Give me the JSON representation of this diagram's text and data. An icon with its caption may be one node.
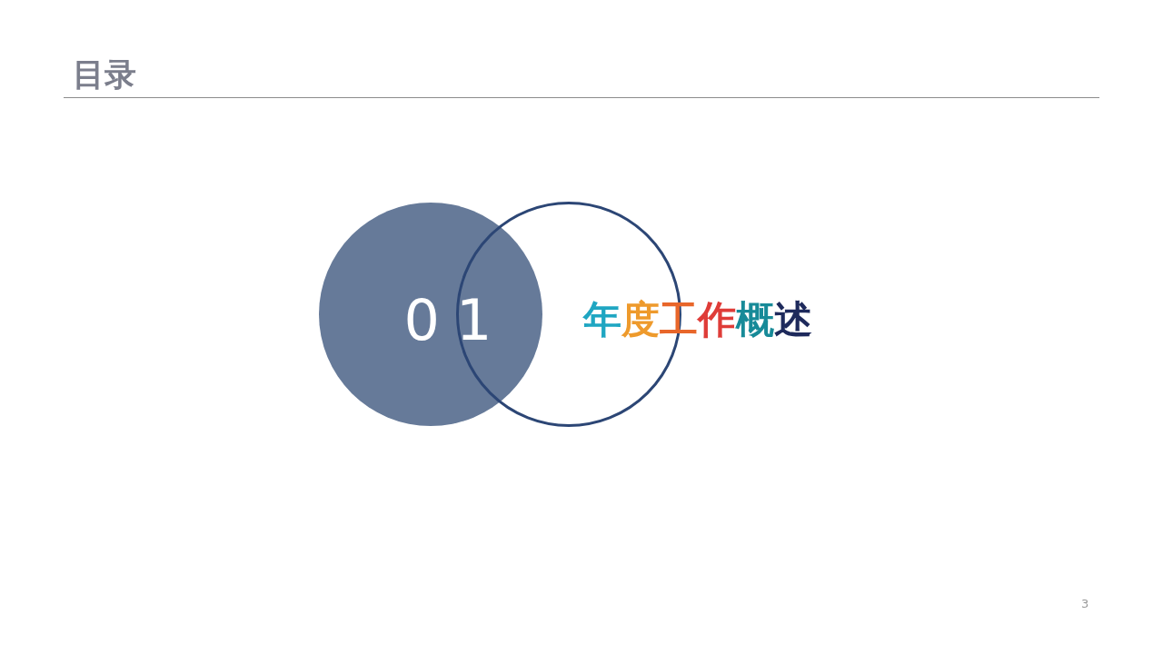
{
  "diagram": {
    "title": "目录",
    "nodes": [
      {
        "text": [
          "01"
        ]
      },
      {
        "text": [],
        "shape": "circle"
      }
    ],
    "labels": [
      "年度工作概述",
      "3"
    ]
  }
}
